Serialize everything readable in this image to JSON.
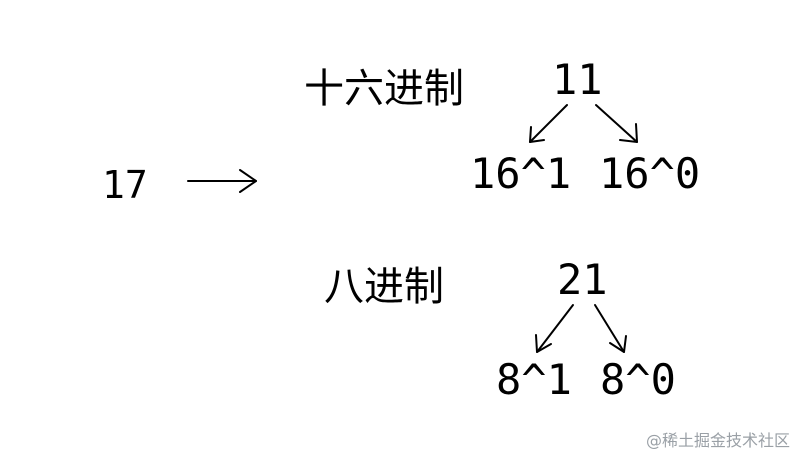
{
  "source_value": "17",
  "hexadecimal": {
    "label": "十六进制",
    "result": "11",
    "left_term": "16^1",
    "right_term": "16^0"
  },
  "octal": {
    "label": "八进制",
    "result": "21",
    "left_term": "8^1",
    "right_term": "8^0"
  },
  "watermark": "@稀土掘金技术社区",
  "colors": {
    "text": "#000000",
    "watermark": "#9aa0a6",
    "background": "#ffffff"
  }
}
